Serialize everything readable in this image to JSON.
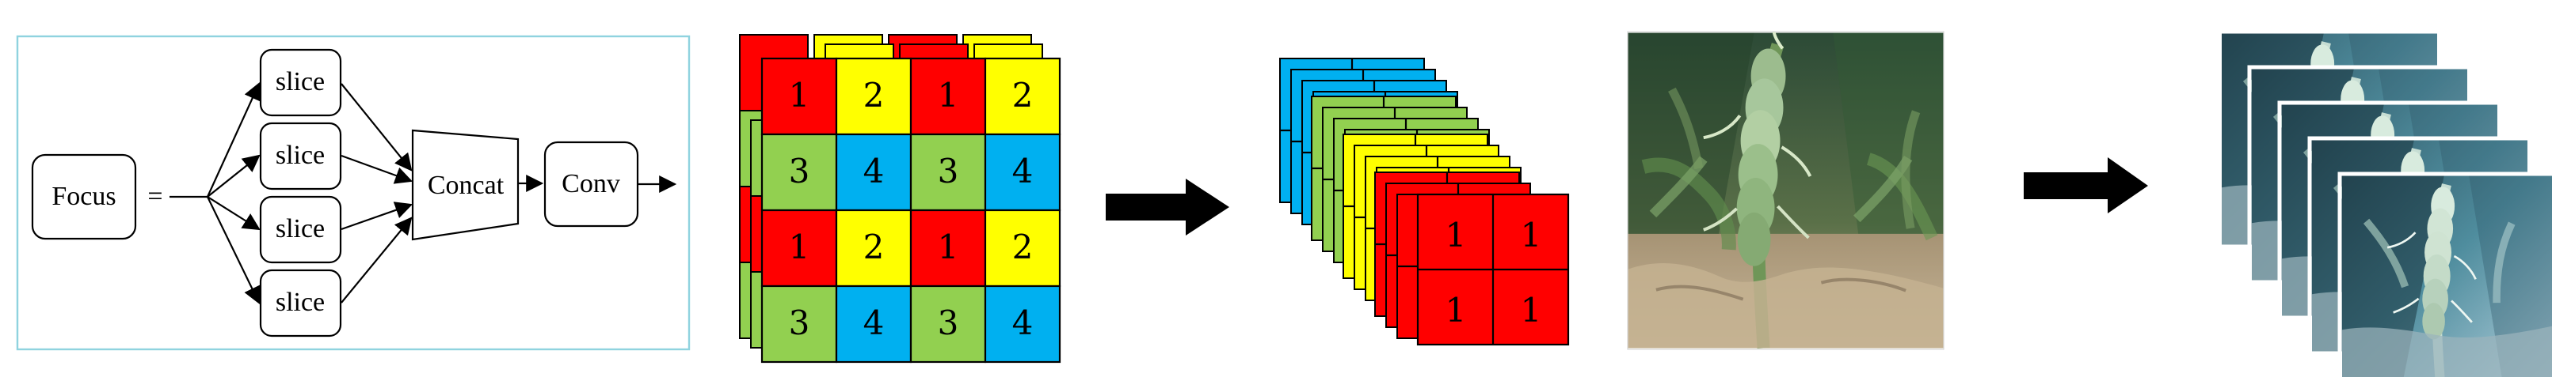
{
  "focus_module": {
    "focus_label": "Focus",
    "equals_sign": "=",
    "slice_labels": [
      "slice",
      "slice",
      "slice",
      "slice"
    ],
    "concat_label": "Concat",
    "conv_label": "Conv",
    "border_color": "#8fd3df"
  },
  "input_grid": {
    "rows": [
      [
        "1",
        "2",
        "1",
        "2"
      ],
      [
        "3",
        "4",
        "3",
        "4"
      ],
      [
        "1",
        "2",
        "1",
        "2"
      ],
      [
        "3",
        "4",
        "3",
        "4"
      ]
    ],
    "back_layer_colors": [
      "#ff0000",
      "#ffff00",
      "#00b0f0",
      "#92d050"
    ]
  },
  "sliced_output": {
    "front_values": [
      [
        "1",
        "1"
      ],
      [
        "1",
        "1"
      ]
    ],
    "layer_colors": [
      "#00b0f0",
      "#92d050",
      "#ffff00",
      "#ff0000"
    ]
  },
  "colors": {
    "red": "#ff0000",
    "yellow": "#ffff00",
    "blue": "#00b0f0",
    "green": "#92d050",
    "arrow": "#000000"
  },
  "photos": {
    "original_icon": "wheat-photo",
    "sliced_icon": "wheat-photo-stack"
  }
}
